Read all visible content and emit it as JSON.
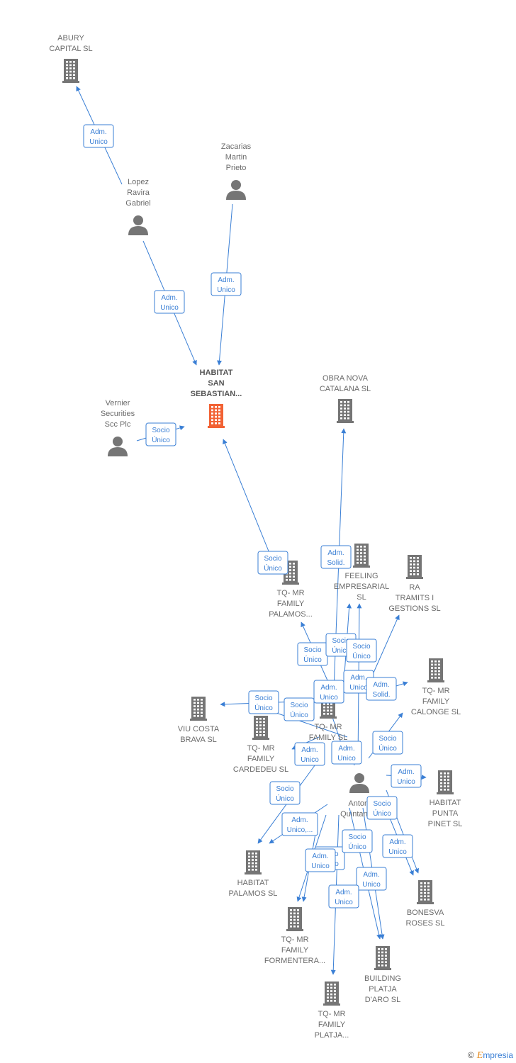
{
  "colors": {
    "accent": "#3a7fd5",
    "focus_node": "#f26234",
    "node": "#757575"
  },
  "footer": {
    "copyright": "©",
    "brand_initial": "E",
    "brand_rest": "mpresia"
  },
  "nodes": [
    {
      "id": "abury",
      "type": "company",
      "lines": [
        "ABURY",
        "CAPITAL  SL"
      ]
    },
    {
      "id": "lopez",
      "type": "person",
      "lines": [
        "Lopez",
        "Ravira",
        "Gabriel"
      ]
    },
    {
      "id": "zacarias",
      "type": "person",
      "lines": [
        "Zacarias",
        "Martin",
        "Prieto"
      ]
    },
    {
      "id": "habitat_ss",
      "type": "company",
      "main": true,
      "lines": [
        "HABITAT",
        "SAN",
        "SEBASTIAN..."
      ]
    },
    {
      "id": "vernier",
      "type": "person",
      "lines": [
        "Vernier",
        "Securities",
        "Scc Plc"
      ]
    },
    {
      "id": "obra_nova",
      "type": "company",
      "lines": [
        "OBRA NOVA",
        "CATALANA SL"
      ]
    },
    {
      "id": "feeling",
      "type": "company",
      "lines": [
        "FEELING",
        "EMPRESARIAL",
        "SL"
      ]
    },
    {
      "id": "ra_tramits",
      "type": "company",
      "lines": [
        "RA",
        "TRAMITS I",
        "GESTIONS  SL"
      ]
    },
    {
      "id": "tq_palamos",
      "type": "company",
      "lines": [
        "TQ- MR",
        "FAMILY",
        "PALAMOS..."
      ]
    },
    {
      "id": "tq_calonge",
      "type": "company",
      "lines": [
        "TQ- MR",
        "FAMILY",
        "CALONGE  SL"
      ]
    },
    {
      "id": "viu_costa",
      "type": "company",
      "lines": [
        "VIU COSTA",
        "BRAVA  SL"
      ]
    },
    {
      "id": "tq_family",
      "type": "company",
      "lines": [
        "TQ- MR",
        "FAMILY SL"
      ]
    },
    {
      "id": "tq_cardedeu",
      "type": "company",
      "lines": [
        "TQ- MR",
        "FAMILY",
        "CARDEDEU  SL"
      ]
    },
    {
      "id": "antoni",
      "type": "person",
      "lines": [
        "Antoni",
        "Quintana..."
      ]
    },
    {
      "id": "habitat_punta",
      "type": "company",
      "lines": [
        "HABITAT",
        "PUNTA",
        "PINET  SL"
      ]
    },
    {
      "id": "habitat_palamos",
      "type": "company",
      "lines": [
        "HABITAT",
        "PALAMOS  SL"
      ]
    },
    {
      "id": "bonesva",
      "type": "company",
      "lines": [
        "BONESVA",
        "ROSES  SL"
      ]
    },
    {
      "id": "tq_formentera",
      "type": "company",
      "lines": [
        "TQ- MR",
        "FAMILY",
        "FORMENTERA..."
      ]
    },
    {
      "id": "building",
      "type": "company",
      "lines": [
        "BUILDING",
        "PLATJA",
        "D'ARO  SL"
      ]
    },
    {
      "id": "tq_platja",
      "type": "company",
      "lines": [
        "TQ- MR",
        "FAMILY",
        "PLATJA..."
      ]
    }
  ],
  "edges": [
    {
      "from": "lopez",
      "to": "abury",
      "lines": [
        "Adm.",
        "Unico"
      ]
    },
    {
      "from": "lopez",
      "to": "habitat_ss",
      "lines": [
        "Adm.",
        "Unico"
      ]
    },
    {
      "from": "zacarias",
      "to": "habitat_ss",
      "lines": [
        "Adm.",
        "Unico"
      ]
    },
    {
      "from": "vernier",
      "to": "habitat_ss",
      "lines": [
        "Socio",
        "Único"
      ]
    },
    {
      "from": "tq_palamos",
      "to": "habitat_ss",
      "lines": [
        "Socio",
        "Único"
      ]
    },
    {
      "from": "antoni",
      "to": "obra_nova",
      "lines": [
        "Adm.",
        "Solid."
      ]
    },
    {
      "from": "antoni",
      "to": "tq_palamos",
      "lines": [
        "Socio",
        "Único"
      ]
    },
    {
      "from": "antoni",
      "to": "feeling",
      "lines": [
        "Socio",
        "Único"
      ]
    },
    {
      "from": "antoni",
      "to": "ra_tramits",
      "lines": [
        "Socio",
        "Único"
      ]
    },
    {
      "from": "antoni",
      "to": "feeling",
      "lines": [
        "Adm.",
        "Unico"
      ]
    },
    {
      "from": "antoni",
      "to": "tq_calonge",
      "lines": [
        "Adm.",
        "Solid."
      ]
    },
    {
      "from": "antoni",
      "to": "tq_family",
      "lines": [
        "Adm.",
        "Unico"
      ]
    },
    {
      "from": "antoni",
      "to": "viu_costa",
      "lines": [
        "Socio",
        "Único"
      ]
    },
    {
      "from": "antoni",
      "to": "tq_cardedeu",
      "lines": [
        "Socio",
        "Único"
      ]
    },
    {
      "from": "antoni",
      "to": "tq_calonge",
      "lines": [
        "Socio",
        "Único"
      ]
    },
    {
      "from": "antoni",
      "to": "tq_cardedeu",
      "lines": [
        "Adm.",
        "Unico"
      ]
    },
    {
      "from": "antoni",
      "to": "tq_family",
      "lines": [
        "Adm.",
        "Unico"
      ]
    },
    {
      "from": "antoni",
      "to": "habitat_punta",
      "lines": [
        "Adm.",
        "Unico"
      ]
    },
    {
      "from": "antoni",
      "to": "habitat_palamos",
      "lines": [
        "Socio",
        "Único"
      ]
    },
    {
      "from": "antoni",
      "to": "habitat_palamos",
      "lines": [
        "Adm.",
        "Unico,..."
      ]
    },
    {
      "from": "antoni",
      "to": "bonesva",
      "lines": [
        "Socio",
        "Único"
      ]
    },
    {
      "from": "antoni",
      "to": "bonesva",
      "lines": [
        "Adm.",
        "Unico"
      ]
    },
    {
      "from": "antoni",
      "to": "tq_formentera",
      "lines": [
        "Socio",
        "Único"
      ]
    },
    {
      "from": "antoni",
      "to": "tq_formentera",
      "lines": [
        "Adm.",
        "Unico"
      ]
    },
    {
      "from": "antoni",
      "to": "building",
      "lines": [
        "Socio",
        "Único"
      ]
    },
    {
      "from": "antoni",
      "to": "building",
      "lines": [
        "Adm.",
        "Unico"
      ]
    },
    {
      "from": "antoni",
      "to": "tq_platja",
      "lines": [
        "Adm.",
        "Unico"
      ]
    }
  ]
}
